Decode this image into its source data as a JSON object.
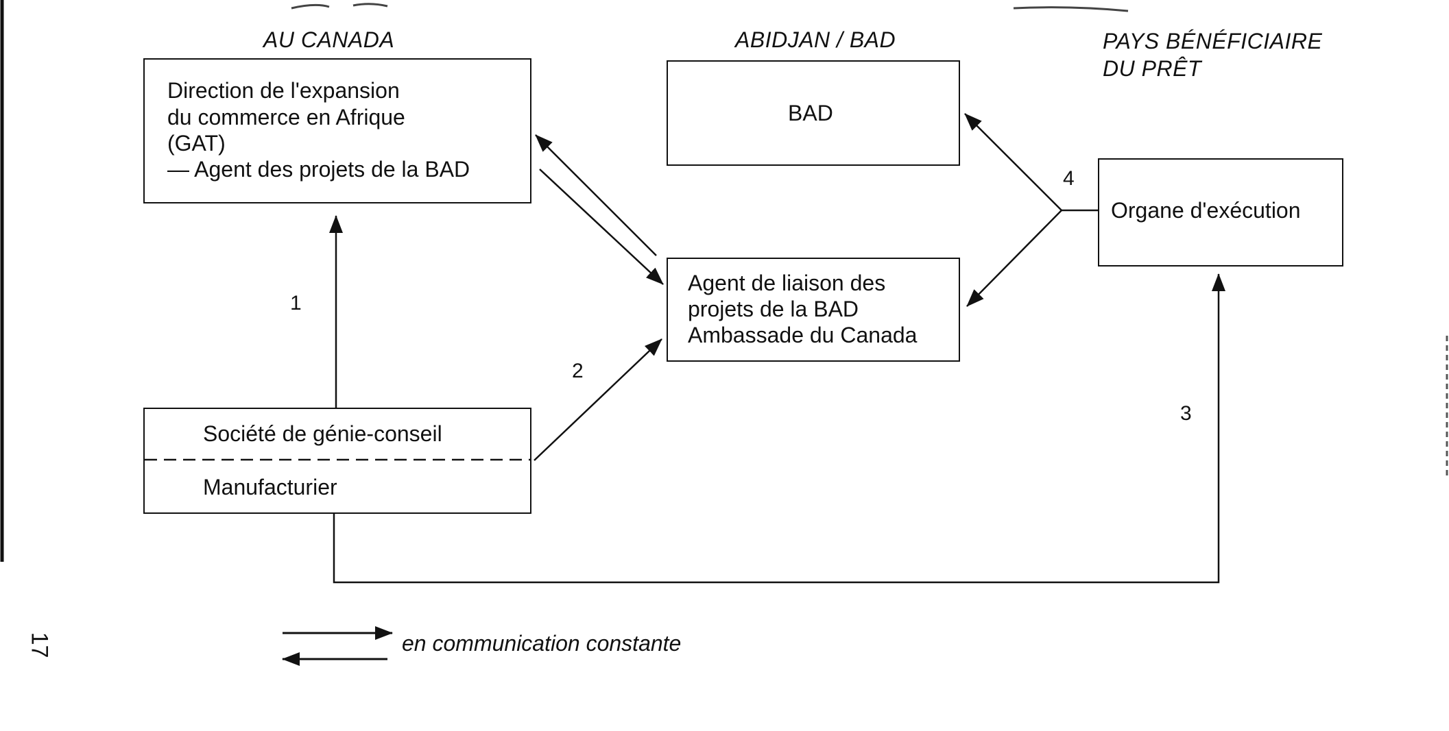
{
  "headers": {
    "canada": "AU CANADA",
    "abidjan": "ABIDJAN / BAD",
    "beneficiary_line1": "PAYS BÉNÉFICIAIRE",
    "beneficiary_line2": "DU PRÊT"
  },
  "boxes": {
    "gat": {
      "line1": "Direction de l'expansion",
      "line2": "du commerce en Afrique",
      "line3": "(GAT)",
      "line4": "— Agent des projets de la BAD"
    },
    "bad": {
      "label": "BAD"
    },
    "liaison": {
      "line1": "Agent de liaison des",
      "line2": "projets de la BAD",
      "line3": "Ambassade du Canada"
    },
    "execution": {
      "label": "Organe d'exécution"
    },
    "societe": {
      "top": "Société de génie-conseil",
      "bottom": "Manufacturier"
    }
  },
  "flow_numbers": {
    "n1": "1",
    "n2": "2",
    "n3": "3",
    "n4": "4"
  },
  "legend": {
    "text": "en communication constante"
  },
  "page_number": "17"
}
